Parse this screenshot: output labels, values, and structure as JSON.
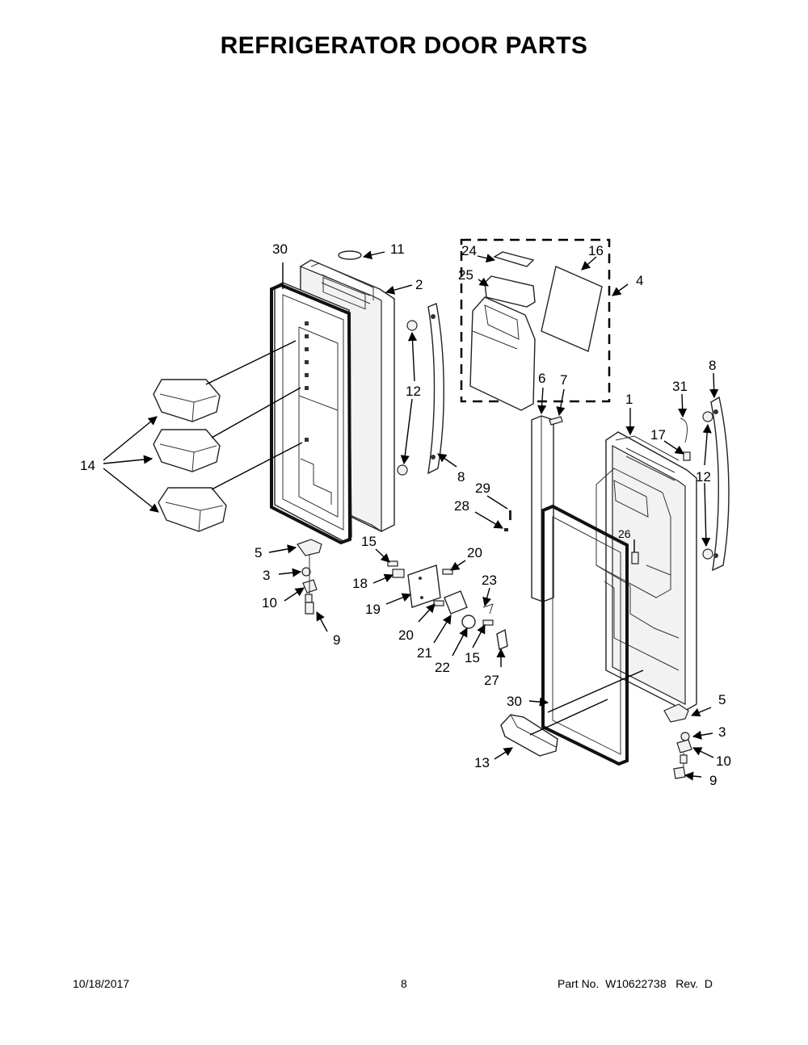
{
  "title": "REFRIGERATOR DOOR PARTS",
  "footer": {
    "date": "10/18/2017",
    "page": "8",
    "part_no": "Part No.  W10622738   Rev.  D"
  },
  "labels": [
    {
      "id": "l30a",
      "text": "30"
    },
    {
      "id": "l11",
      "text": "11"
    },
    {
      "id": "l2",
      "text": "2"
    },
    {
      "id": "l12a",
      "text": "12"
    },
    {
      "id": "l14",
      "text": "14"
    },
    {
      "id": "l8a",
      "text": "8"
    },
    {
      "id": "l5a",
      "text": "5"
    },
    {
      "id": "l3a",
      "text": "3"
    },
    {
      "id": "l10a",
      "text": "10"
    },
    {
      "id": "l9a",
      "text": "9"
    },
    {
      "id": "l24",
      "text": "24"
    },
    {
      "id": "l16",
      "text": "16"
    },
    {
      "id": "l25",
      "text": "25"
    },
    {
      "id": "l4",
      "text": "4"
    },
    {
      "id": "l6",
      "text": "6"
    },
    {
      "id": "l7",
      "text": "7"
    },
    {
      "id": "l29",
      "text": "29"
    },
    {
      "id": "l28",
      "text": "28"
    },
    {
      "id": "l15a",
      "text": "15"
    },
    {
      "id": "l18",
      "text": "18"
    },
    {
      "id": "l20a",
      "text": "20"
    },
    {
      "id": "l23",
      "text": "23"
    },
    {
      "id": "l19",
      "text": "19"
    },
    {
      "id": "l20b",
      "text": "20"
    },
    {
      "id": "l21",
      "text": "21"
    },
    {
      "id": "l22",
      "text": "22"
    },
    {
      "id": "l15b",
      "text": "15"
    },
    {
      "id": "l27",
      "text": "27"
    },
    {
      "id": "l1",
      "text": "1"
    },
    {
      "id": "l31",
      "text": "31"
    },
    {
      "id": "l8b",
      "text": "8"
    },
    {
      "id": "l17",
      "text": "17"
    },
    {
      "id": "l12b",
      "text": "12"
    },
    {
      "id": "l26",
      "text": "26"
    },
    {
      "id": "l30b",
      "text": "30"
    },
    {
      "id": "l5b",
      "text": "5"
    },
    {
      "id": "l3b",
      "text": "3"
    },
    {
      "id": "l10b",
      "text": "10"
    },
    {
      "id": "l13",
      "text": "13"
    },
    {
      "id": "l9b",
      "text": "9"
    }
  ]
}
